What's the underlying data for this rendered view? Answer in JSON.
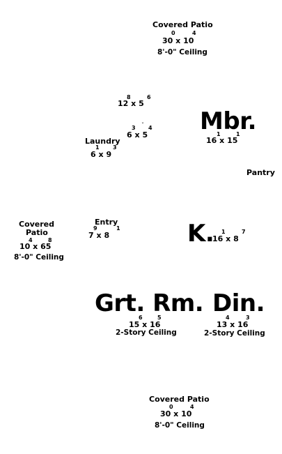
{
  "rooms": {
    "patio_top": {
      "name": "Covered Patio",
      "w": "30",
      "w_sup": "0",
      "x": "x",
      "h": "10",
      "h_sup": "4",
      "ceiling": "8'-0\" Ceiling"
    },
    "room_12x5": {
      "w": "12",
      "w_sup": "8",
      "x": "x",
      "h": "5",
      "h_sup": "6"
    },
    "room_6x5": {
      "w": "6",
      "w_sup": "3",
      "x": "x",
      "h": "5",
      "h_sup": "4",
      "mark": "ˇ"
    },
    "mbr": {
      "name": "Mbr.",
      "w": "16",
      "w_sup": "1",
      "x": "x",
      "h": "15",
      "h_sup": "1"
    },
    "laundry": {
      "name": "Laundry",
      "w": "6",
      "w_sup": "1",
      "x": "x",
      "h": "9",
      "h_sup": "3"
    },
    "pantry": {
      "name": "Pantry"
    },
    "patio_left": {
      "name_line1": "Covered",
      "name_line2": "Patio",
      "w": "10",
      "w_sup": "4",
      "x": "x",
      "h": "65",
      "h_sup": "8",
      "ceiling": "8'-0\" Ceiling"
    },
    "entry": {
      "name": "Entry",
      "w": "7",
      "w_sup": "9",
      "x": "x",
      "h": "8",
      "h_sup": "1"
    },
    "kitchen": {
      "name": "K.",
      "w": "16",
      "w_sup": "1",
      "x": "x",
      "h": "8",
      "h_sup": "7"
    },
    "great_room": {
      "name": "Grt. Rm.",
      "w": "15",
      "w_sup": "6",
      "x": "x",
      "h": "16",
      "h_sup": "5",
      "ceiling": "2-Story Ceiling"
    },
    "dining": {
      "name": "Din.",
      "w": "13",
      "w_sup": "4",
      "x": "x",
      "h": "16",
      "h_sup": "3",
      "ceiling": "2-Story Ceiling"
    },
    "patio_bottom": {
      "name": "Covered Patio",
      "w": "30",
      "w_sup": "0",
      "x": "x",
      "h": "10",
      "h_sup": "4",
      "ceiling": "8'-0\" Ceiling"
    }
  }
}
